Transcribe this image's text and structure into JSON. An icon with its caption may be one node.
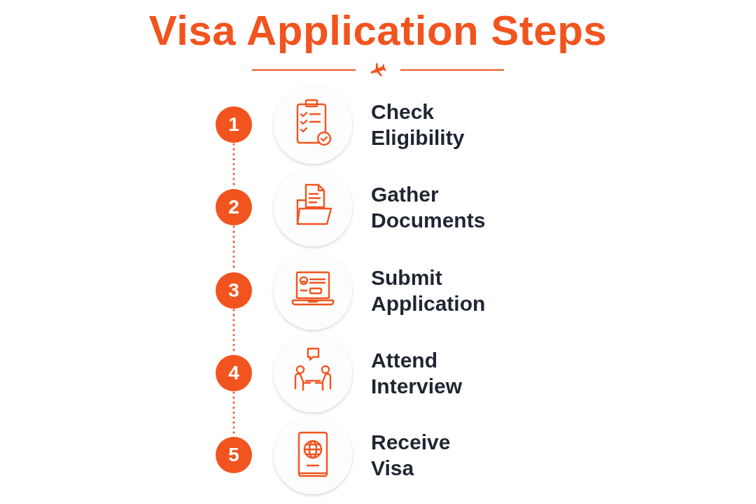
{
  "diagram": {
    "title": "Visa Application Steps",
    "nodes": [
      {
        "text": [
          "1"
        ]
      },
      {
        "text": [
          "2"
        ]
      },
      {
        "text": [
          "3"
        ]
      },
      {
        "text": [
          "4"
        ]
      },
      {
        "text": [
          "5"
        ]
      }
    ],
    "edges": [
      {
        "from": 0,
        "to": 1,
        "arrow": "none",
        "style": "dashed"
      },
      {
        "from": 1,
        "to": 2,
        "arrow": "none",
        "style": "dashed"
      },
      {
        "from": 2,
        "to": 3,
        "arrow": "none",
        "style": "dashed"
      },
      {
        "from": 3,
        "to": 4,
        "arrow": "none",
        "style": "dashed"
      }
    ],
    "labels": [
      "Check Eligibility",
      "Gather Documents",
      "Submit Application",
      "Attend Interview",
      "Receive Visa"
    ]
  }
}
